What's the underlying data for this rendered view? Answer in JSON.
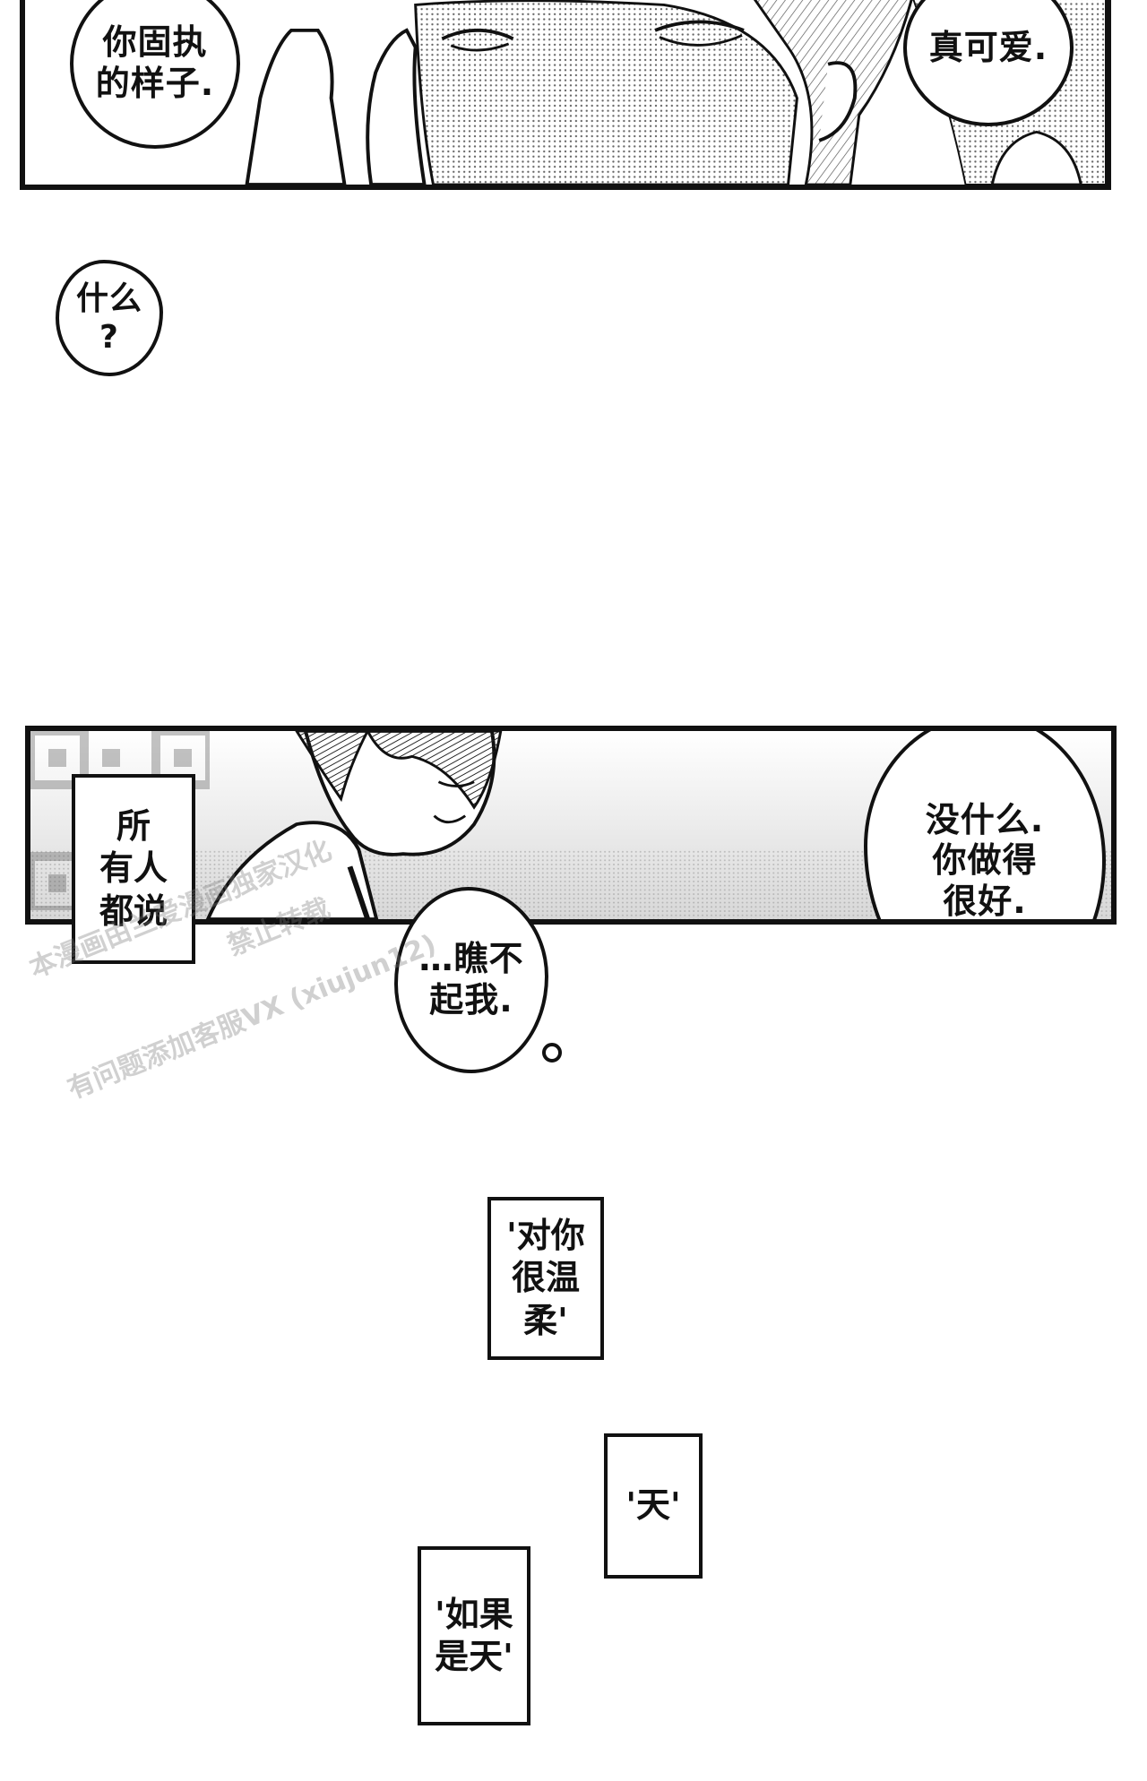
{
  "panel_top": {
    "bubble_left": "你固执\n的样子.",
    "bubble_right": "真可爱."
  },
  "floating_bubble": {
    "text": "什么\n?"
  },
  "panel_middle": {
    "caption_left": "所\n有人\n都说",
    "bubble_thought": "…瞧不\n起我.",
    "bubble_right": "没什么.\n你做得\n很好."
  },
  "captions_bottom": [
    {
      "text": "'对你\n很温\n柔'"
    },
    {
      "text": "'天'"
    },
    {
      "text": "'如果\n是天'"
    }
  ],
  "watermark": {
    "line1": "本漫画由兰爱漫画独家汉化",
    "line2": "禁止转载",
    "line3": "有问题添加客服VX (xiujun12)"
  },
  "colors": {
    "ink": "#111111",
    "paper": "#ffffff",
    "screentone": "#9a9a9a"
  }
}
